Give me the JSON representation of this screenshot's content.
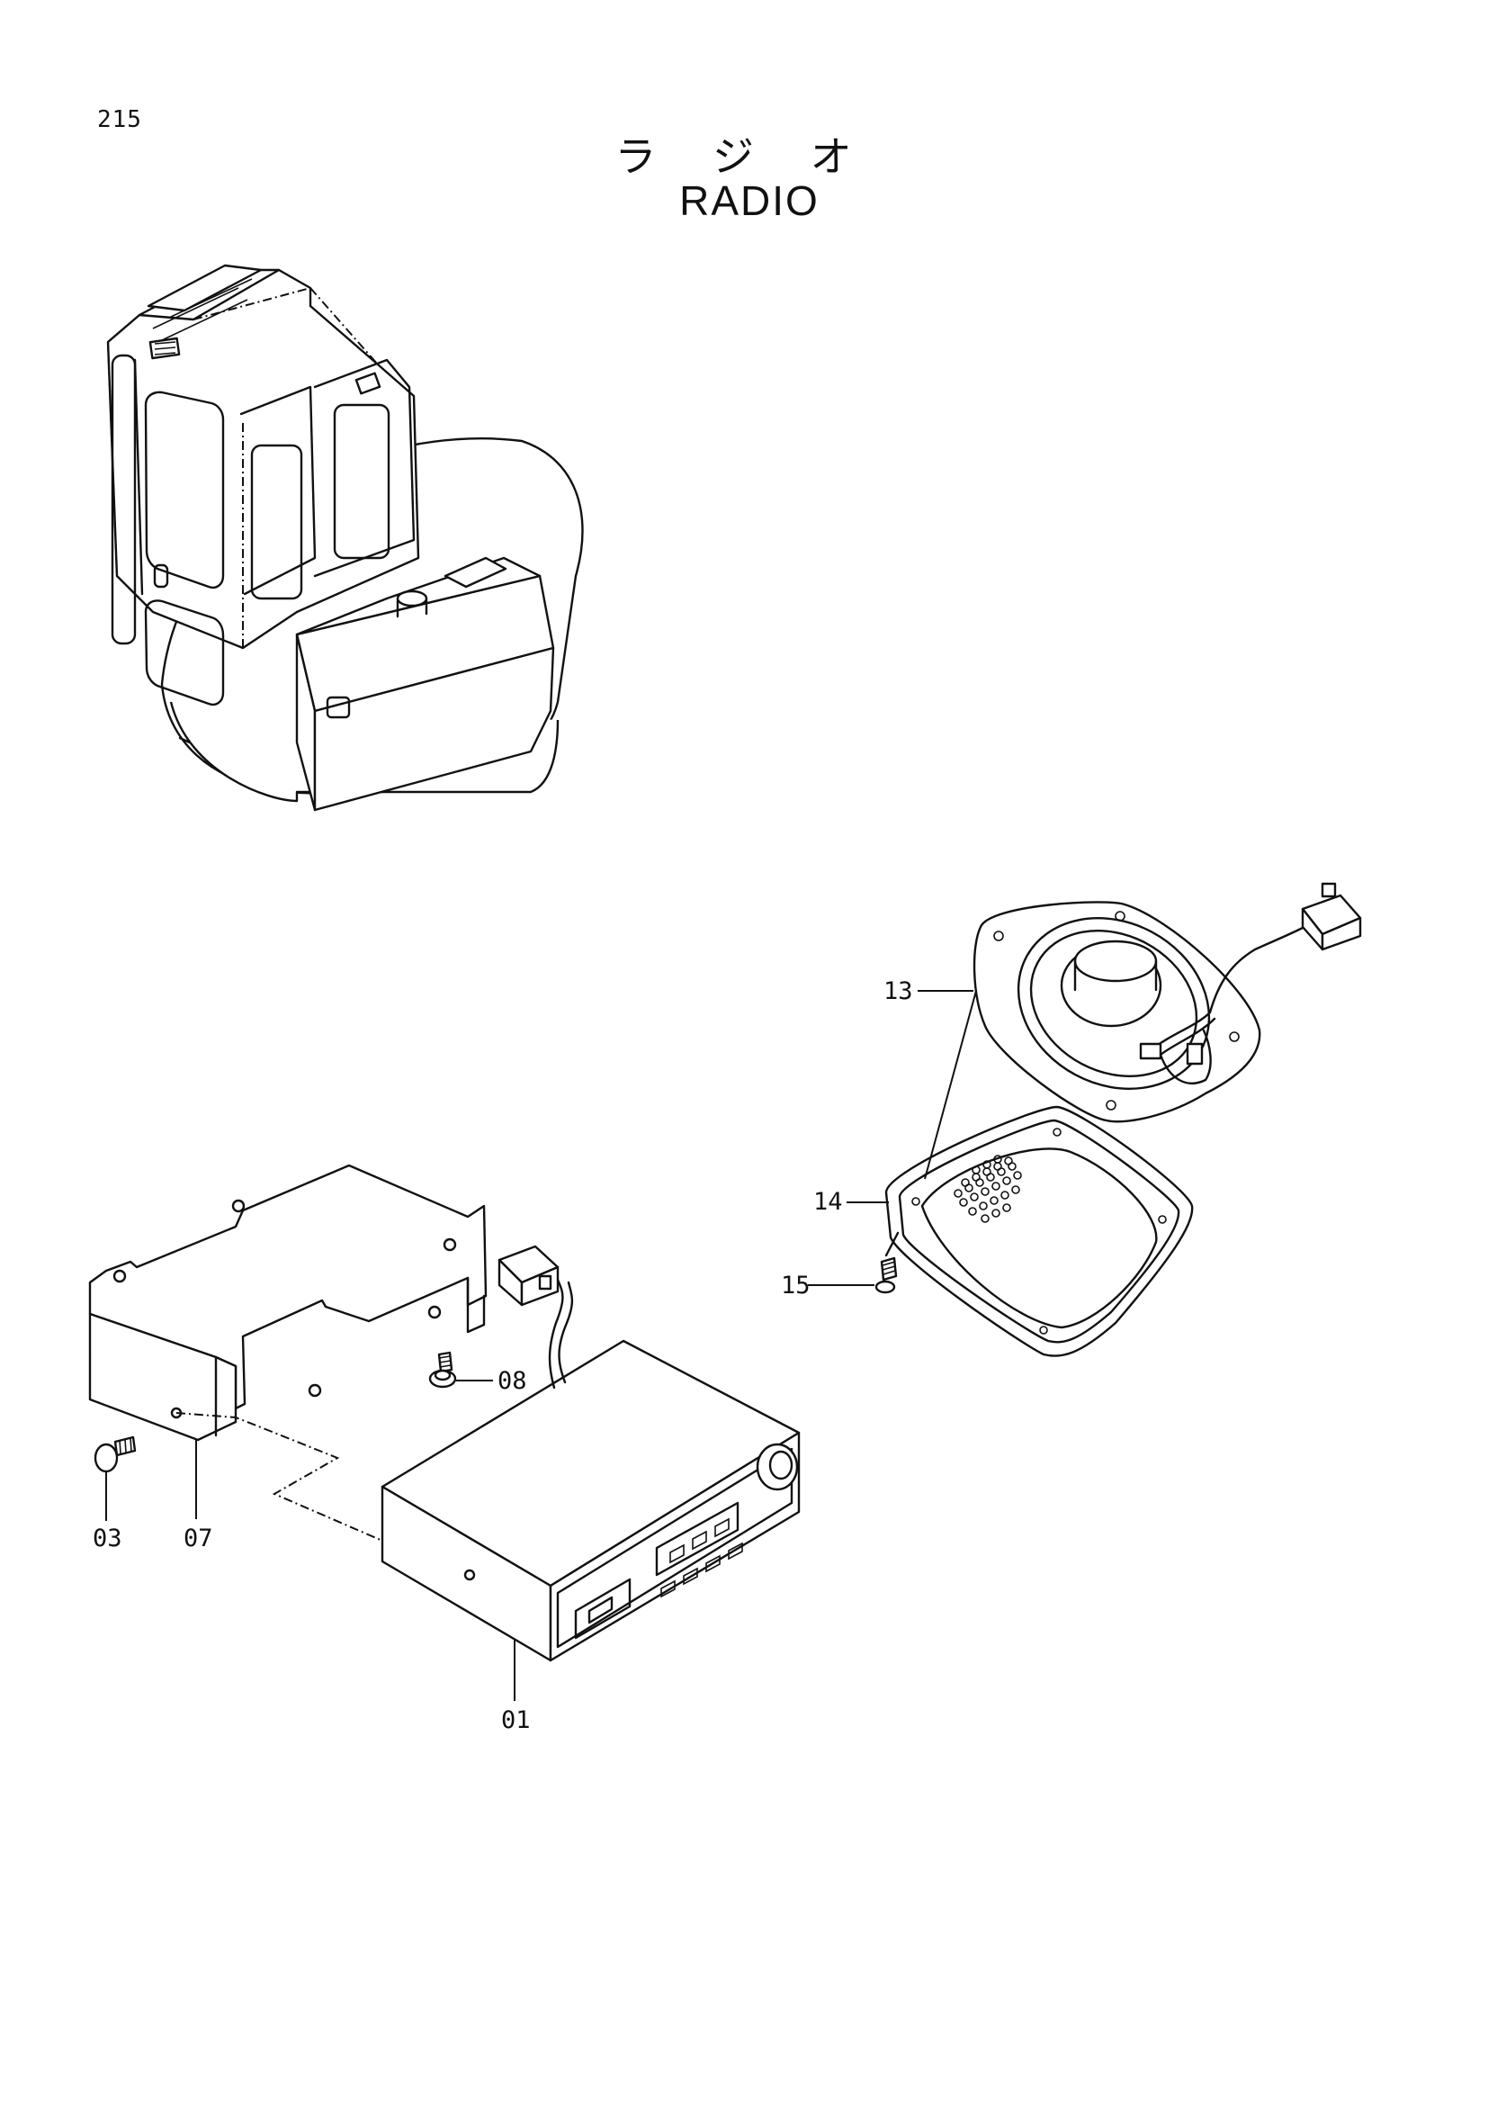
{
  "page_number": "215",
  "title": {
    "japanese": "ラ ジ オ",
    "english": "RADIO"
  },
  "callouts": {
    "radio_unit": "01",
    "bolt": "03",
    "bracket": "07",
    "screw": "08",
    "speaker": "13",
    "speaker_grille": "14",
    "grille_screw": "15"
  }
}
